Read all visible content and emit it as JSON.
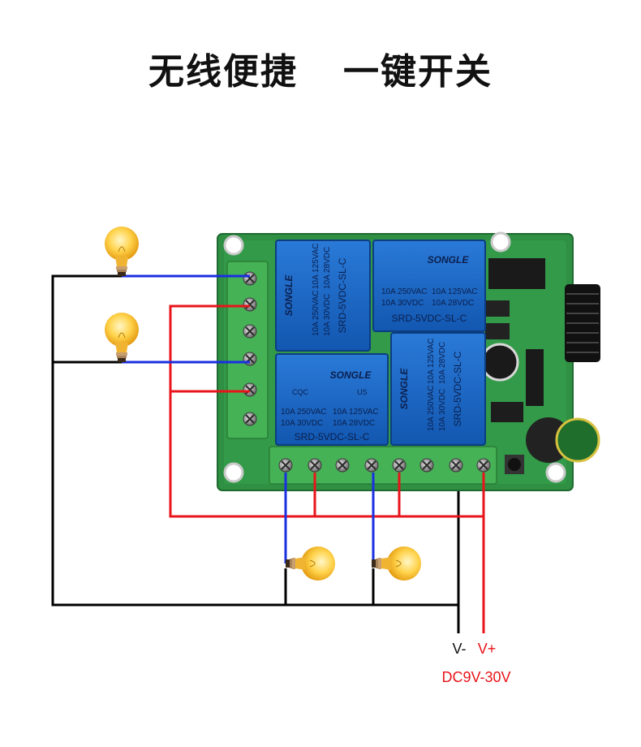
{
  "title": {
    "part1": "无线便捷",
    "part2": "一键开关"
  },
  "relays": [
    {
      "brand": "SONGLE",
      "model": "SRD-5VDC-SL-C",
      "ratings": [
        "10A 250VAC",
        "10A 125VAC",
        "10A 30VDC",
        "10A 28VDC"
      ]
    },
    {
      "brand": "SONGLE",
      "model": "SRD-5VDC-SL-C",
      "ratings": [
        "10A 250VAC",
        "10A 125VAC",
        "10A 30VDC",
        "10A 28VDC"
      ]
    },
    {
      "brand": "SONGLE",
      "model": "SRD-5VDC-SL-C",
      "ratings": [
        "10A 250VAC",
        "10A 125VAC",
        "10A 30VDC",
        "10A 28VDC"
      ]
    },
    {
      "brand": "SONGLE",
      "model": "SRD-5VDC-SL-C",
      "ratings": [
        "10A 250VAC",
        "10A 125VAC",
        "10A 30VDC",
        "10A 28VDC"
      ]
    }
  ],
  "cert_marks": {
    "cqc": "CQC",
    "us": "US"
  },
  "power": {
    "negative": "V-",
    "positive": "V+",
    "range": "DC9V-30V"
  },
  "colors": {
    "wire_red": "#e8141b",
    "wire_blue": "#1a2fe0",
    "wire_black": "#000000",
    "pcb": "#2f8f43",
    "relay": "#1a63c4",
    "terminal": "#46b256",
    "label_red": "#e8141b"
  }
}
